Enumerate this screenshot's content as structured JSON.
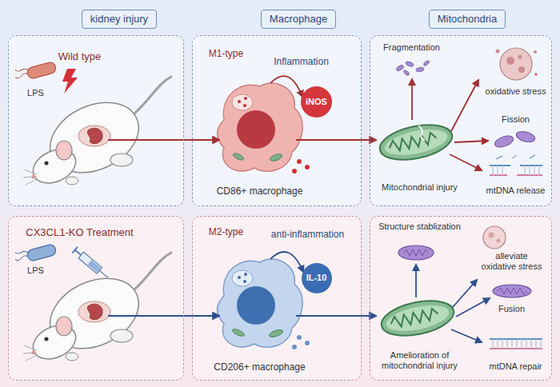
{
  "diagram": {
    "nodes": [
      {
        "text": [
          "kidney injury"
        ]
      },
      {
        "text": [
          "Macrophage"
        ]
      },
      {
        "text": [
          "Mitochondria"
        ]
      },
      {
        "text": [
          "Wild type",
          "LPS"
        ]
      },
      {
        "text": [
          "M1-type",
          "Inflammation",
          "CD86+ macrophage"
        ]
      },
      {
        "text": [
          "iNOS"
        ],
        "in": 4
      },
      {
        "text": [
          "Fragmentation",
          "oxidative stress",
          "Fission",
          "Mitochondrial injury",
          "mtDNA release"
        ]
      },
      {
        "text": [
          "CX3CL1-KO Treatment",
          "LPS"
        ]
      },
      {
        "text": [
          "M2-type",
          "anti-inflammation",
          "CD206+ macrophage"
        ]
      },
      {
        "text": [
          "IL-10"
        ],
        "in": 8
      },
      {
        "text": [
          "Structure stablization",
          "alleviate oxidative stress",
          "Fusion",
          "Amelioration of mitochondrial injury",
          "mtDNA repair"
        ]
      }
    ],
    "edges": [
      {
        "from": 3,
        "to": 4,
        "arrow": "to"
      },
      {
        "from": 4,
        "to": 6,
        "arrow": "to"
      },
      {
        "from": 7,
        "to": 8,
        "arrow": "to"
      },
      {
        "from": 8,
        "to": 10,
        "arrow": "to"
      }
    ]
  }
}
